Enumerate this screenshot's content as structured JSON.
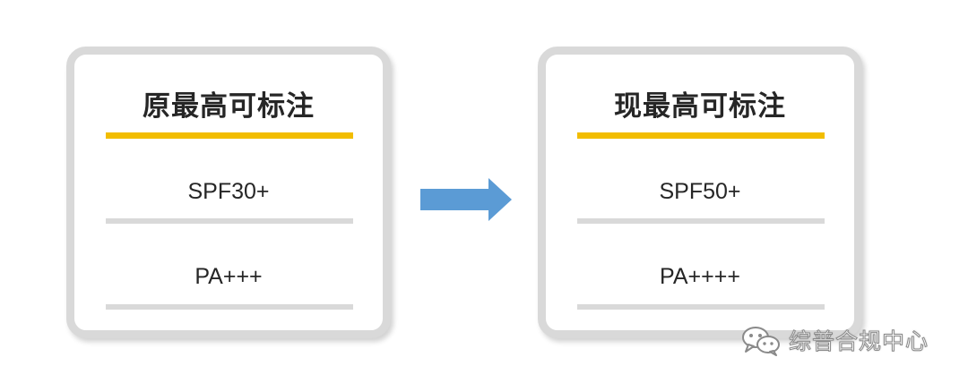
{
  "before": {
    "title": "原最高可标注",
    "spf": "SPF30+",
    "pa": "PA+++"
  },
  "after": {
    "title": "现最高可标注",
    "spf": "SPF50+",
    "pa": "PA++++"
  },
  "watermark": {
    "icon": "wechat-icon",
    "text": "综普合规中心"
  },
  "colors": {
    "title_bar": "#f2bd00",
    "card_border": "#d9d9d9",
    "arrow": "#5b9bd5"
  }
}
